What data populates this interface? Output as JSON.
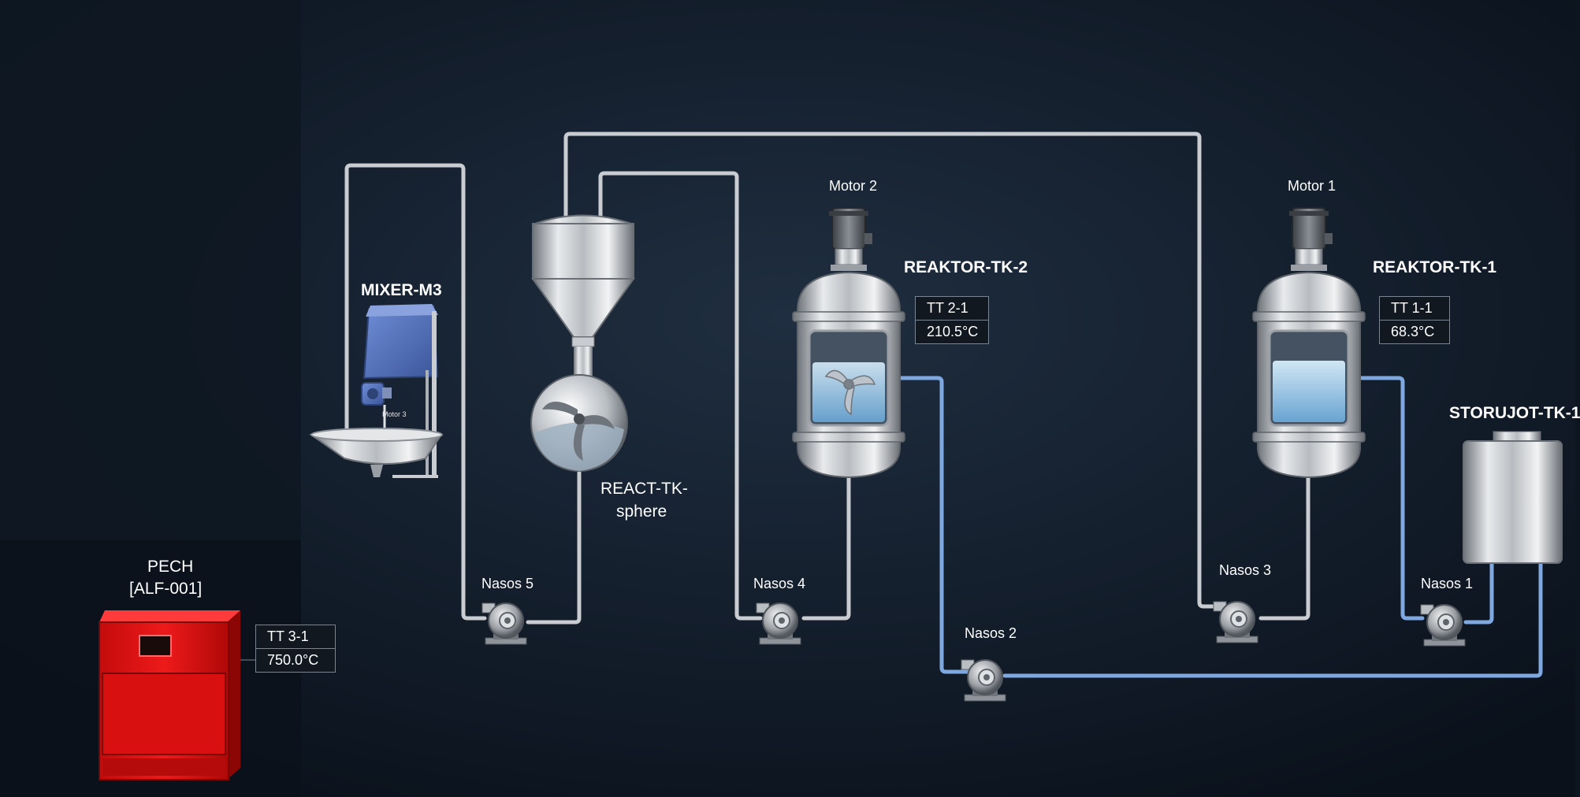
{
  "equipment": {
    "mixer": {
      "label": "MIXER-M3",
      "motor_label": "Motor 3"
    },
    "sphere_reactor": {
      "label_line1": "REACT-TK-",
      "label_line2": "sphere"
    },
    "reactor_2": {
      "label": "REAKTOR-TK-2",
      "motor_label": "Motor 2"
    },
    "reactor_1": {
      "label": "REAKTOR-TK-1",
      "motor_label": "Motor 1"
    },
    "storage": {
      "label": "STORUJOT-TK-1"
    },
    "furnace": {
      "label_line1": "PECH",
      "label_line2": "[ALF-001]"
    }
  },
  "pumps": [
    {
      "label": "Nasos 5"
    },
    {
      "label": "Nasos 4"
    },
    {
      "label": "Nasos 2"
    },
    {
      "label": "Nasos 3"
    },
    {
      "label": "Nasos 1"
    }
  ],
  "transmitters": {
    "tt21": {
      "tag": "TT 2-1",
      "value": "210.5°C"
    },
    "tt11": {
      "tag": "TT 1-1",
      "value": "68.3°C"
    },
    "tt31": {
      "tag": "TT 3-1",
      "value": "750.0°C"
    }
  },
  "colors": {
    "background": "#0d1520",
    "pipe_gray": "#c9ccd0",
    "pipe_blue": "#7fa8e0",
    "furnace_red": "#e01010",
    "mixer_blue": "#4a68b0"
  }
}
